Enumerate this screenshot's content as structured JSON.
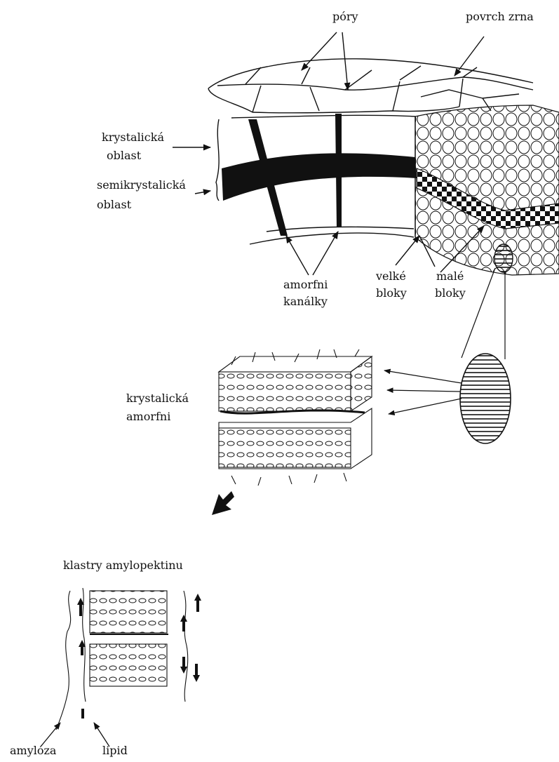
{
  "labels": {
    "pory": "póry",
    "povrch_zrna": "povrch zrna",
    "krystalicka_oblast_1": "krystalická",
    "krystalicka_oblast_2": "oblast",
    "semikrystalicka_oblast_1": "semikrystalická",
    "semikrystalicka_oblast_2": "oblast",
    "amorfni_kanalky_1": "amorfni",
    "amorfni_kanalky_2": "kanálky",
    "velke_bloky_1": "velké",
    "velke_bloky_2": "bloky",
    "male_bloky_1": "malé",
    "male_bloky_2": "bloky",
    "krystalicka": "krystalická",
    "amorfni": "amorfni",
    "klastry_amylopektinu": "klastry amylopektinu",
    "amyloza": "amylóza",
    "lipid": "lipid"
  },
  "colors": {
    "ink": "#111111",
    "paper": "#ffffff"
  }
}
